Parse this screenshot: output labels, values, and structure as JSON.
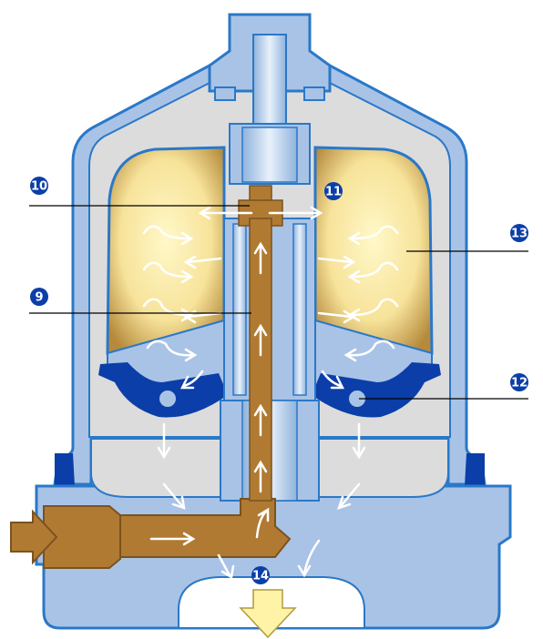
{
  "colors": {
    "housing_outline": "#2a78c8",
    "housing_fill": "#a9c3e6",
    "inner_grey": "#dcdcdc",
    "bowl_edge": "#b0853a",
    "bowl_center": "#fff7c4",
    "dark_blue": "#0b3ea8",
    "shaft_light": "#cfe0f3",
    "oil_brown": "#b07a32",
    "arrow_white": "#ffffff",
    "outlet_yellow": "#fff3a8",
    "callout_fill": "#0b3ea8",
    "leader_line": "#000000"
  },
  "callouts": [
    {
      "id": "c9",
      "label": "9"
    },
    {
      "id": "c10",
      "label": "10"
    },
    {
      "id": "c11",
      "label": "11"
    },
    {
      "id": "c12",
      "label": "12"
    },
    {
      "id": "c13",
      "label": "13"
    },
    {
      "id": "c14",
      "label": "14"
    }
  ]
}
